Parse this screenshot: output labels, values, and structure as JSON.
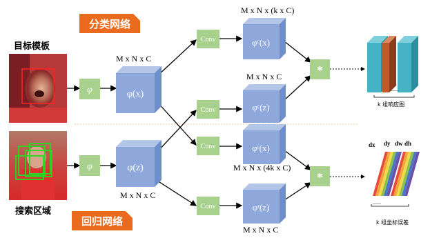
{
  "banners": {
    "classification": "分类网络",
    "regression": "回归网络"
  },
  "inputs": {
    "template": "目标模板",
    "search": "搜索区域"
  },
  "ops": {
    "phi": "φ",
    "conv": "Conv",
    "xcorr": "*"
  },
  "features": {
    "phi_x": "φ(x)",
    "phi_z": "φ(z)",
    "phi_c_x": "φᶜ(x)",
    "phi_c_z": "φᶜ(z)",
    "phi_r_x": "φʳ(x)",
    "phi_r_z": "φʳ(z)"
  },
  "dims": {
    "mnc_top": "M x N x C",
    "mnc_bottom": "M x N x C",
    "cls_out": "M x N x (k x C)",
    "cls_mid": "M x N x C",
    "reg_out": "M x N x (4k x C)",
    "reg_bottom": "M x N x C"
  },
  "outputs": {
    "cls_caption": "k 组响应图",
    "reg_caption": "k 组坐标误差",
    "dots": "......",
    "reg_labels": [
      "dx",
      "dy",
      "dw",
      "dh"
    ]
  },
  "colors": {
    "banner": "#ea6a1e",
    "green_box": "#a9d18e",
    "blue_cube": "#8fa8dc",
    "teal": "#46b3c4",
    "rust": "#c0592b"
  }
}
